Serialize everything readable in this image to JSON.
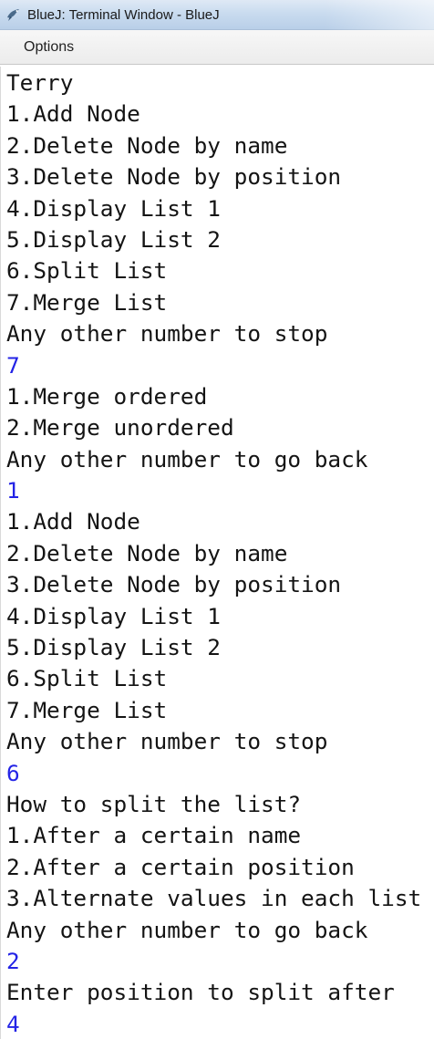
{
  "window": {
    "title": "BlueJ: Terminal Window - BlueJ"
  },
  "menu": {
    "items": [
      "Options"
    ]
  },
  "terminal": {
    "lines": [
      {
        "text": "Terry",
        "kind": "output"
      },
      {
        "text": "1.Add Node",
        "kind": "output"
      },
      {
        "text": "2.Delete Node by name",
        "kind": "output"
      },
      {
        "text": "3.Delete Node by position",
        "kind": "output"
      },
      {
        "text": "4.Display List 1",
        "kind": "output"
      },
      {
        "text": "5.Display List 2",
        "kind": "output"
      },
      {
        "text": "6.Split List",
        "kind": "output"
      },
      {
        "text": "7.Merge List",
        "kind": "output"
      },
      {
        "text": "Any other number to stop",
        "kind": "output"
      },
      {
        "text": "7",
        "kind": "input"
      },
      {
        "text": "1.Merge ordered",
        "kind": "output"
      },
      {
        "text": "2.Merge unordered",
        "kind": "output"
      },
      {
        "text": "Any other number to go back",
        "kind": "output"
      },
      {
        "text": "1",
        "kind": "input"
      },
      {
        "text": "1.Add Node",
        "kind": "output"
      },
      {
        "text": "2.Delete Node by name",
        "kind": "output"
      },
      {
        "text": "3.Delete Node by position",
        "kind": "output"
      },
      {
        "text": "4.Display List 1",
        "kind": "output"
      },
      {
        "text": "5.Display List 2",
        "kind": "output"
      },
      {
        "text": "6.Split List",
        "kind": "output"
      },
      {
        "text": "7.Merge List",
        "kind": "output"
      },
      {
        "text": "Any other number to stop",
        "kind": "output"
      },
      {
        "text": "6",
        "kind": "input"
      },
      {
        "text": "How to split the list?",
        "kind": "output"
      },
      {
        "text": "1.After a certain name",
        "kind": "output"
      },
      {
        "text": "2.After a certain position",
        "kind": "output"
      },
      {
        "text": "3.Alternate values in each list",
        "kind": "output"
      },
      {
        "text": "Any other number to go back",
        "kind": "output"
      },
      {
        "text": "2",
        "kind": "input"
      },
      {
        "text": "Enter position to split after",
        "kind": "output"
      },
      {
        "text": "4",
        "kind": "input"
      }
    ]
  },
  "colors": {
    "output_text": "#141414",
    "input_text": "#2323e6"
  },
  "icons": {
    "app": "bluej-bird-icon"
  }
}
